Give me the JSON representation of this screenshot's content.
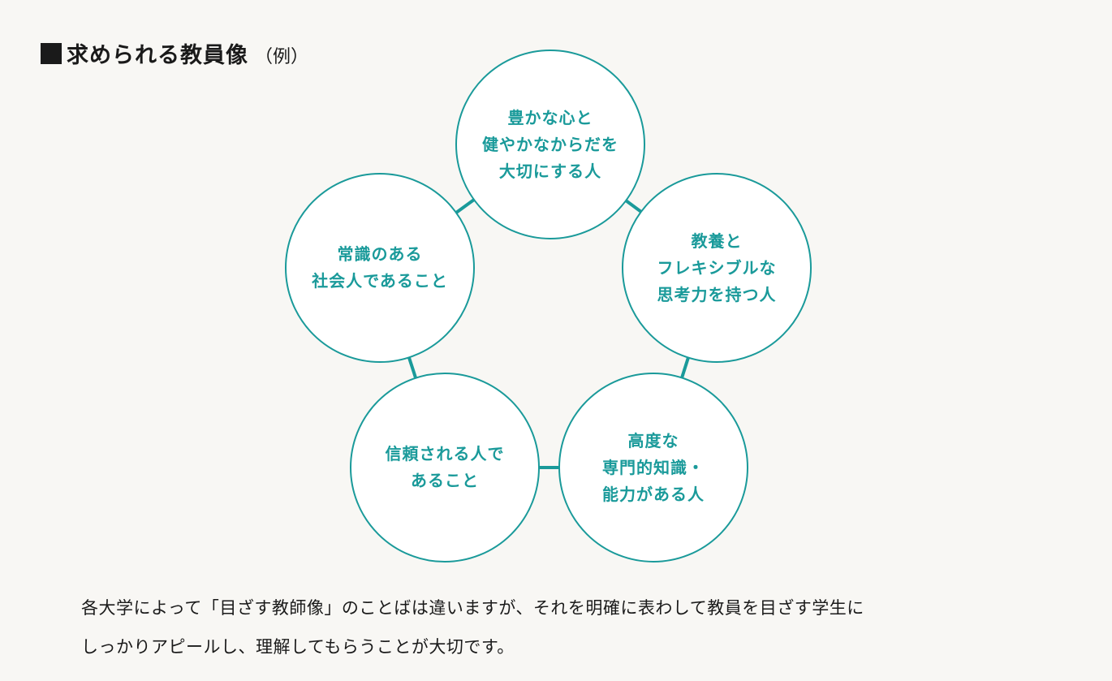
{
  "heading": {
    "title": "求められる教員像",
    "note": "（例）"
  },
  "colors": {
    "accent": "#1a9a9a",
    "stroke": "#1a9a9a",
    "background": "#f8f7f4",
    "text": "#1a1a1a"
  },
  "circles": [
    {
      "lines": [
        "豊かな心と",
        "健やかなからだを",
        "大切にする人"
      ]
    },
    {
      "lines": [
        "教養と",
        "フレキシブルな",
        "思考力を持つ人"
      ]
    },
    {
      "lines": [
        "高度な",
        "専門的知識・",
        "能力がある人"
      ]
    },
    {
      "lines": [
        "信頼される人で",
        "あること"
      ]
    },
    {
      "lines": [
        "常識のある",
        "社会人であること"
      ]
    }
  ],
  "caption": {
    "line1": "各大学によって「目ざす教師像」のことばは違いますが、それを明確に表わして教員を目ざす学生に",
    "line2": "しっかりアピールし、理解してもらうことが大切です。"
  }
}
